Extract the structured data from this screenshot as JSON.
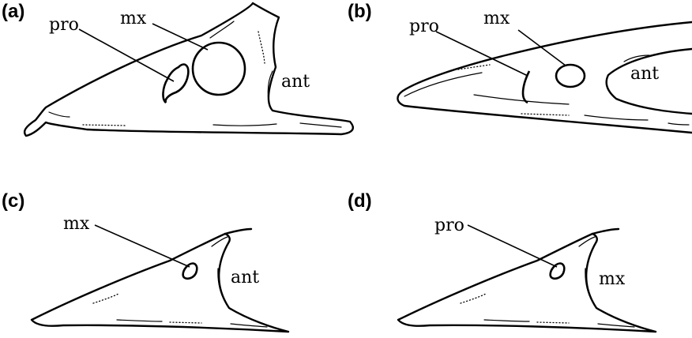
{
  "panels": [
    {
      "id": "a",
      "letter": "(a)",
      "labels": {
        "pro": "pro",
        "mx": "mx",
        "ant": "ant"
      }
    },
    {
      "id": "b",
      "letter": "(b)",
      "labels": {
        "pro": "pro",
        "mx": "mx",
        "ant": "ant"
      }
    },
    {
      "id": "c",
      "letter": "(c)",
      "labels": {
        "mx": "mx",
        "ant": "ant"
      }
    },
    {
      "id": "d",
      "letter": "(d)",
      "labels": {
        "pro": "pro",
        "mx": "mx"
      }
    }
  ]
}
